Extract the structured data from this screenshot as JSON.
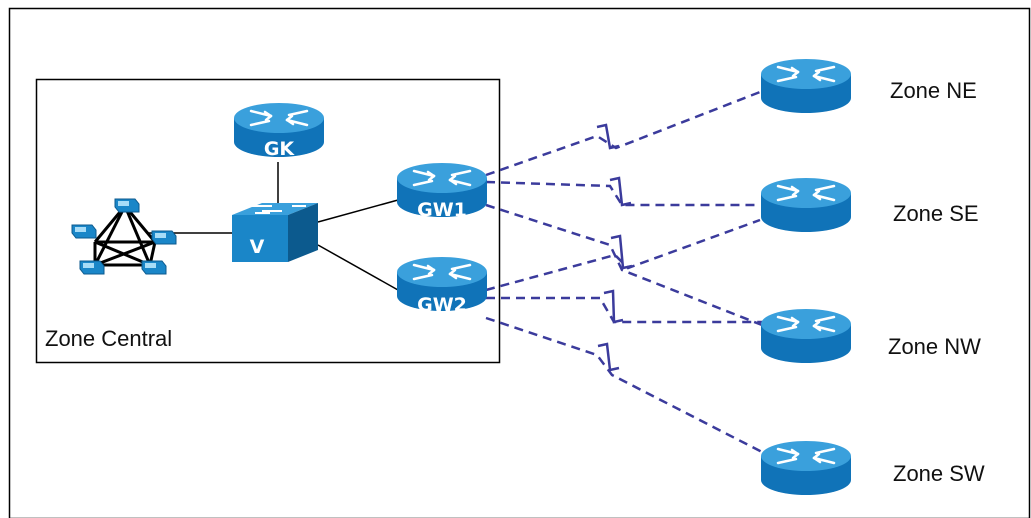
{
  "diagram": {
    "zones": {
      "central": "Zone Central",
      "ne": "Zone NE",
      "se": "Zone SE",
      "nw": "Zone NW",
      "sw": "Zone SW"
    },
    "devices": {
      "gatekeeper": "GK",
      "switch": "V",
      "gateway1": "GW1",
      "gateway2": "GW2"
    },
    "colors": {
      "device_top": "#3aa0dc",
      "device_side": "#1073b8",
      "wan_link": "#3b3b9c",
      "lan_link": "#000000"
    }
  }
}
